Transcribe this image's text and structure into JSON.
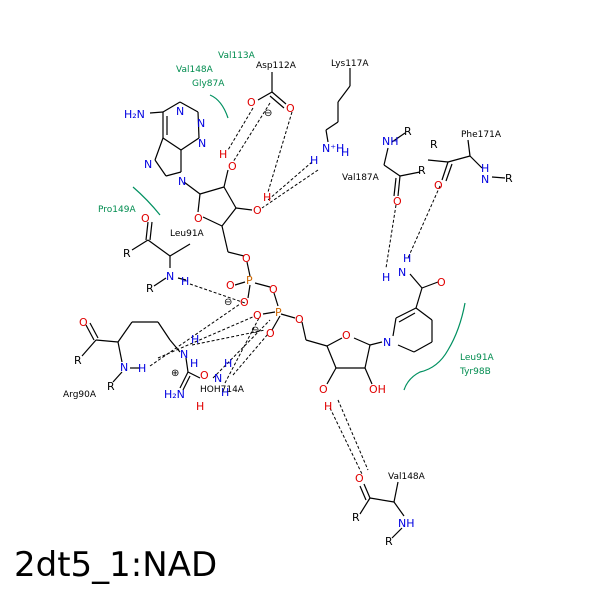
{
  "title": "2dt5_1:NAD",
  "residues": {
    "val113a": "Val113A",
    "val148a_top": "Val148A",
    "gly87a": "Gly87A",
    "asp112a": "Asp112A",
    "lys117a": "Lys117A",
    "phe171a": "Phe171A",
    "val187a": "Val187A",
    "pro149a": "Pro149A",
    "leu91a_top": "Leu91A",
    "arg90a": "Arg90A",
    "hoh714a": "HOH714A",
    "leu91a_right": "Leu91A",
    "tyr98b": "Tyr98B",
    "val148a_bottom": "Val148A"
  },
  "atoms": {
    "h2n": "H₂N",
    "n": "N",
    "o": "O",
    "p": "P",
    "h": "H",
    "r": "R",
    "oh": "OH",
    "nh": "NH",
    "nh_plus": "N⁺H",
    "minus": "⊖",
    "plus": "⊕"
  },
  "colors": {
    "oxygen": "#e00000",
    "nitrogen": "#0000e0",
    "phosphorus": "#cc6600",
    "hydrophobic": "#008c4f"
  }
}
